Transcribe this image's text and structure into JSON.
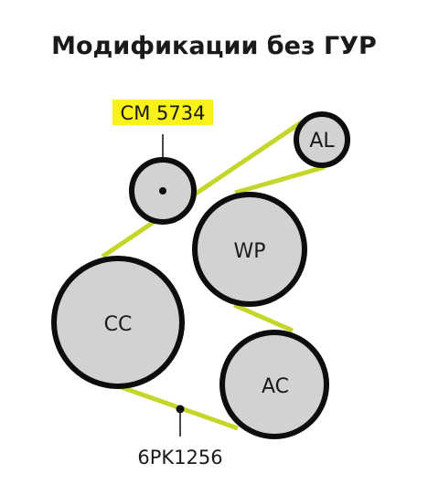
{
  "title": "Модификации без ГУР",
  "tensioner": {
    "part_number": "CM 5734",
    "highlight_color": "#f9f21a"
  },
  "belt": {
    "part_number": "6PK1256",
    "color": "#c5d62b"
  },
  "pulleys": {
    "al": {
      "label": "AL"
    },
    "wp": {
      "label": "WP"
    },
    "cc": {
      "label": "CC"
    },
    "ac": {
      "label": "AC"
    }
  }
}
